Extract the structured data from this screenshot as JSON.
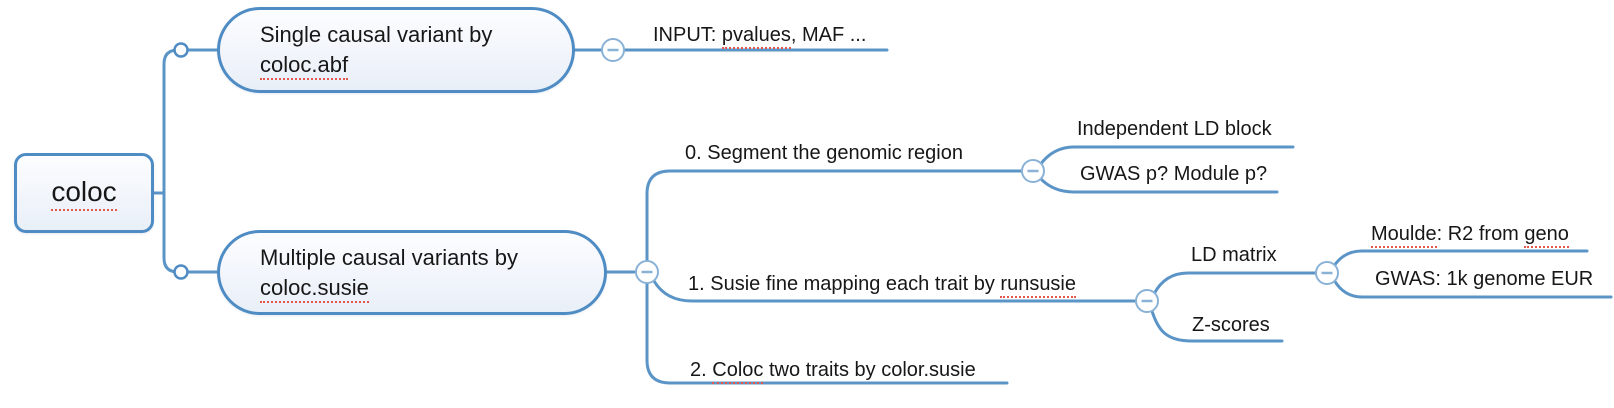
{
  "colors": {
    "branch_line": "#5b94c7",
    "node_border": "#4f8cc4",
    "node_fill_top": "#fcfdff",
    "node_fill_bottom": "#e9eff8",
    "text": "#171717",
    "spellcheck_underline": "#e4574b"
  },
  "mindmap": {
    "root": {
      "label": "coloc"
    },
    "single_branch": {
      "title_line1": "Single causal variant by",
      "title_line2": "coloc.abf",
      "input": {
        "pre": "INPUT: ",
        "squiggle_word": "pvalues",
        "post": ", MAF ..."
      }
    },
    "multiple_branch": {
      "title_line1": "Multiple causal variants by",
      "title_line2": "coloc.susie",
      "segment": {
        "label": "0. Segment the genomic region",
        "ld_block": {
          "label": "Independent LD block"
        },
        "gwas_module": {
          "label": "GWAS p? Module p?"
        }
      },
      "susie_mapping": {
        "pre": "1. Susie fine mapping each trait by ",
        "squiggle_word": "runsusie",
        "ld_matrix": {
          "label": "LD matrix",
          "moulde": {
            "squiggle_word1": "Moulde",
            "mid": ": R2 from ",
            "squiggle_word2": "geno"
          },
          "gwas_1k": {
            "label": "GWAS: 1k genome EUR"
          }
        },
        "z_scores": {
          "label": "Z-scores"
        }
      },
      "coloc_two": {
        "pre": "2. ",
        "squiggle_word": "Coloc",
        "post": " two traits by color.susie"
      }
    }
  }
}
